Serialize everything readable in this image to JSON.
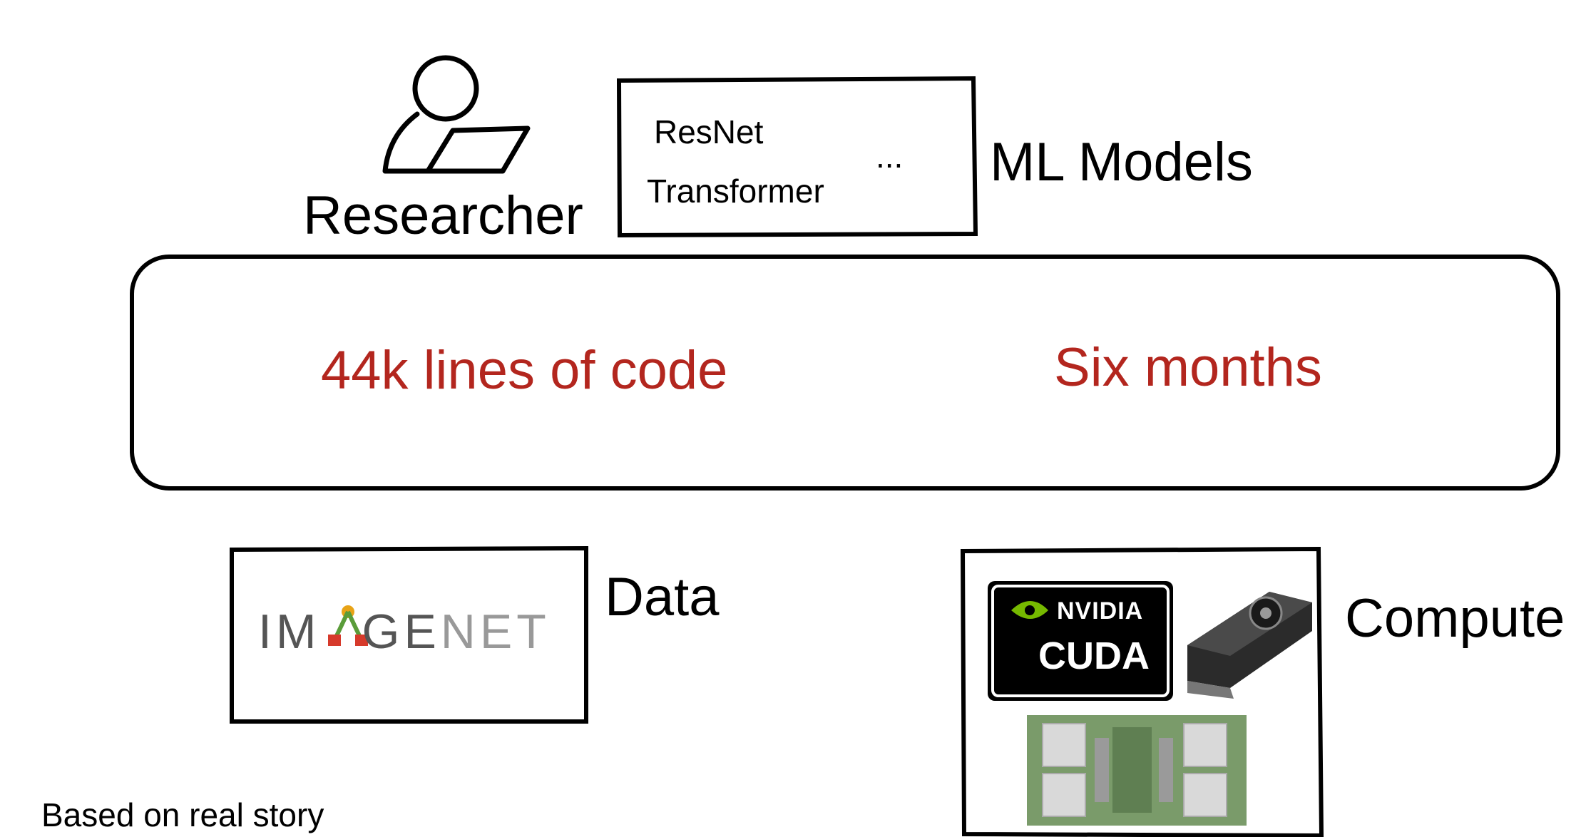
{
  "researcher": {
    "label": "Researcher"
  },
  "models": {
    "items": [
      "ResNet",
      "Transformer"
    ],
    "more": "...",
    "label": "ML Models"
  },
  "pipeline": {
    "code_lines": "44k lines of code",
    "duration": "Six months"
  },
  "data": {
    "logo_text": [
      "IM",
      "GE",
      "NET"
    ],
    "label": "Data"
  },
  "compute": {
    "nvidia_text": "NVIDIA",
    "cuda_text": "CUDA",
    "label": "Compute"
  },
  "footnote": "Based on real story",
  "colors": {
    "accent_red": "#b3261e",
    "nvidia_green": "#76b900"
  }
}
